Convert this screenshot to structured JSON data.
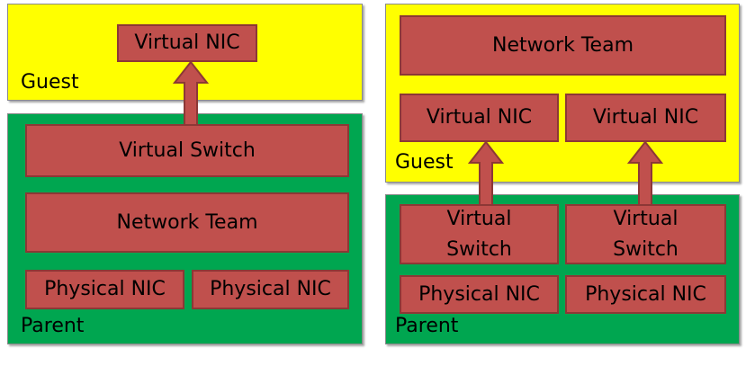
{
  "left": {
    "guest_label": "Guest",
    "parent_label": "Parent",
    "guest_nic": "Virtual NIC",
    "virtual_switch": "Virtual Switch",
    "network_team": "Network Team",
    "physical_nics": [
      "Physical NIC",
      "Physical NIC"
    ]
  },
  "right": {
    "guest_label": "Guest",
    "parent_label": "Parent",
    "network_team": "Network Team",
    "guest_nics": [
      "Virtual NIC",
      "Virtual NIC"
    ],
    "virtual_switches": [
      "Virtual\nSwitch",
      "Virtual\nSwitch"
    ],
    "physical_nics": [
      "Physical NIC",
      "Physical NIC"
    ]
  },
  "colors": {
    "guest": "#ffff00",
    "parent": "#00a650",
    "component": "#c0504d",
    "component_border": "#8c3836"
  }
}
